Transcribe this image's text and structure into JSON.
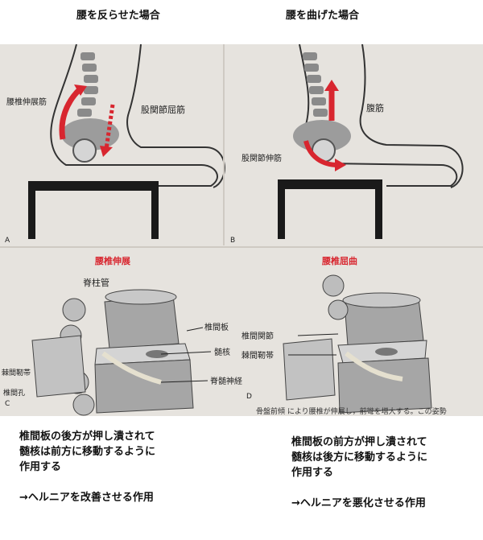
{
  "captions": {
    "left": "腰を反らせた場合",
    "right": "腰を曲げた場合"
  },
  "panels": {
    "a": {
      "letter": "A",
      "label_lumbar_extensor": "腰椎伸展筋",
      "label_hip_flexor": "股関節屈筋"
    },
    "b": {
      "letter": "B",
      "label_abdominal": "腹筋",
      "label_hip_extensor": "股関節伸筋"
    },
    "c": {
      "letter": "C",
      "title": "腰椎伸展",
      "label_spinal_canal": "脊柱管",
      "label_disc": "椎間板",
      "label_nucleus": "髄核",
      "label_spinal_nerve": "脊髄神経",
      "label_ligamentum_flavum": "棘間靭帯",
      "label_foramen": "椎間孔"
    },
    "d": {
      "letter": "D",
      "title": "腰椎屈曲",
      "label_facet_joint": "椎間関節",
      "label_ligament": "棘間靭帯"
    },
    "bottom_fragment": "骨盤前傾 により腰椎が伸展し，前彎を増大する。この姿勢"
  },
  "text": {
    "left": {
      "line1": "椎間板の後方が押し潰されて",
      "line2": "髄核は前方に移動するように",
      "line3": "作用する",
      "effect": "→ヘルニアを改善させる作用"
    },
    "right": {
      "line1": "椎間板の前方が押し潰されて",
      "line2": "髄核は後方に移動するように",
      "line3": "作用する",
      "effect": "→ヘルニアを悪化させる作用"
    }
  },
  "colors": {
    "photo_bg": "#e6e3de",
    "accent_red": "#d8262f",
    "bone_gray": "#8a8a8a",
    "ink": "#1a1a1a"
  }
}
